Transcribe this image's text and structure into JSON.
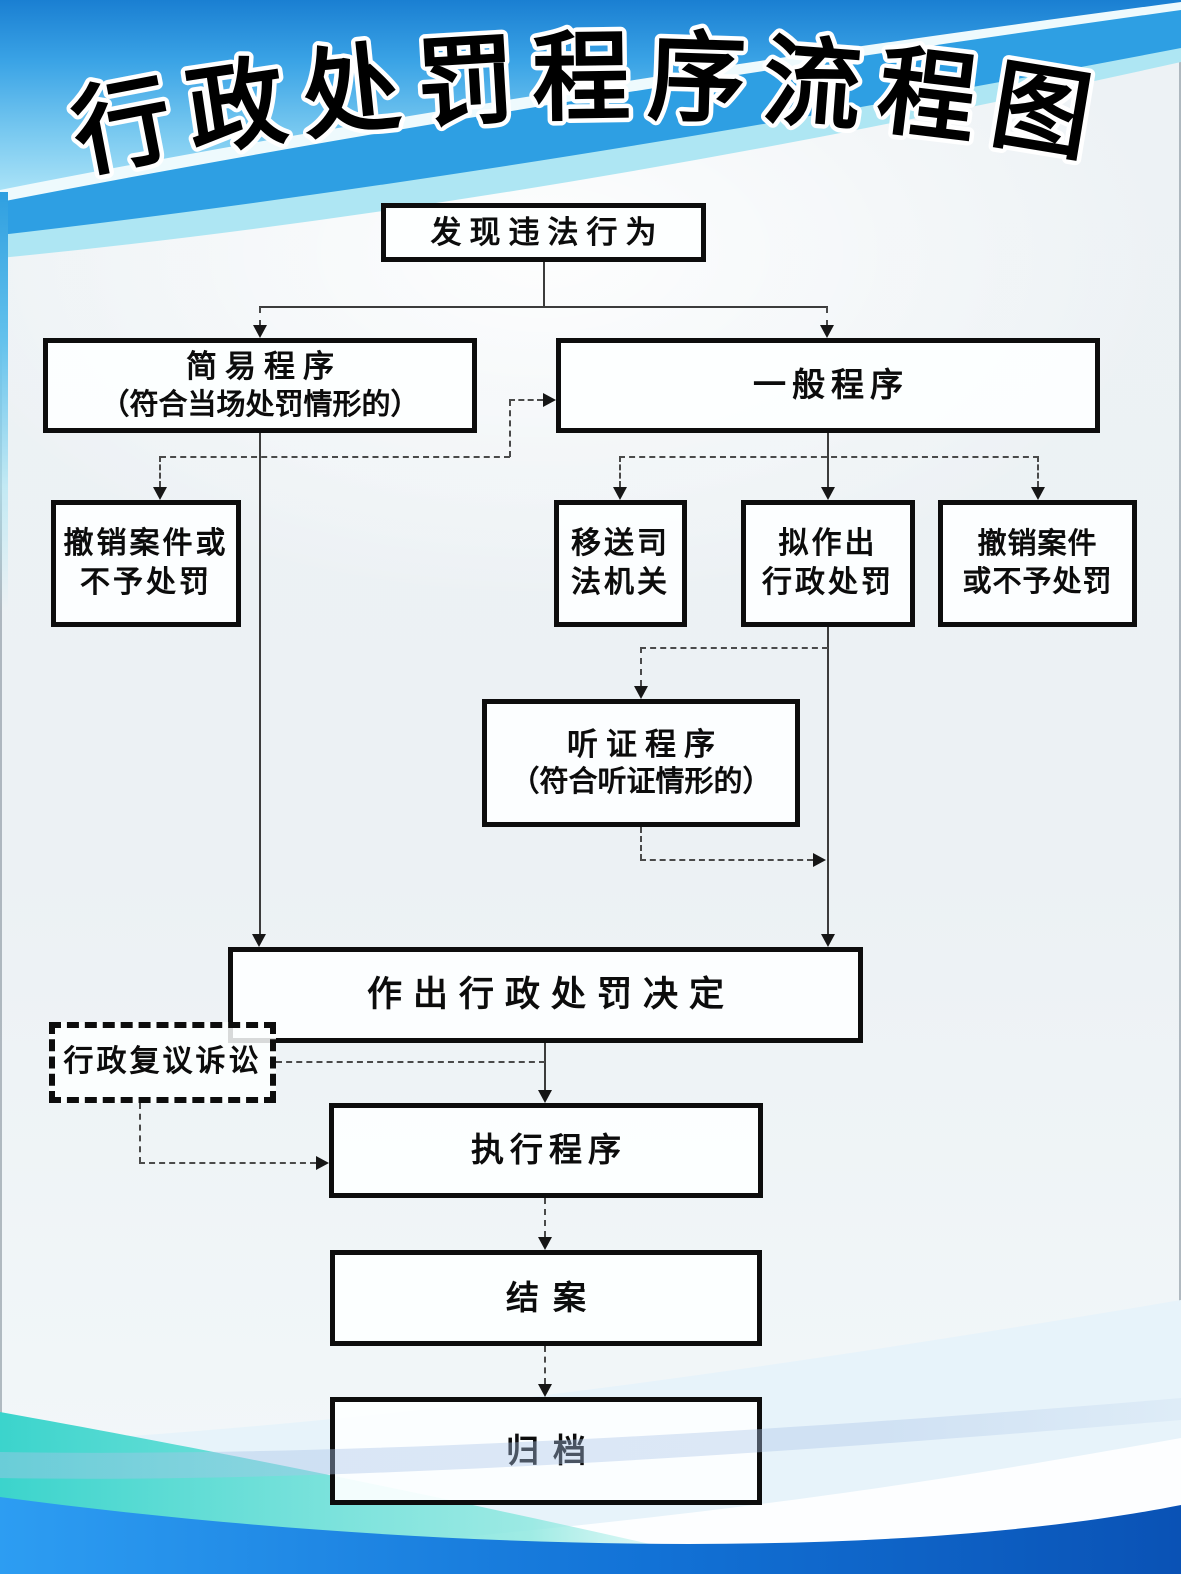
{
  "title": "行政处罚程序流程图",
  "nodes": {
    "discover": {
      "label": "发现违法行为"
    },
    "simple": {
      "line1": "简易程序",
      "line2": "（符合当场处罚情形的）"
    },
    "general": {
      "label": "一般程序"
    },
    "cancel_left": {
      "line1": "撤销案件或",
      "line2": "不予处罚"
    },
    "transfer": {
      "line1": "移送司",
      "line2": "法机关"
    },
    "propose": {
      "line1": "拟作出",
      "line2": "行政处罚"
    },
    "cancel_right": {
      "line1": "撤销案件",
      "line2": "或不予处罚"
    },
    "hearing": {
      "line1": "听证程序",
      "line2": "（符合听证情形的）"
    },
    "decision": {
      "label": "作出行政处罚决定"
    },
    "review": {
      "label": "行政复议诉讼"
    },
    "execution": {
      "label": "执行程序"
    },
    "close_case": {
      "label": "结案"
    },
    "archive": {
      "label": "归档"
    }
  },
  "colors": {
    "header_blue_dark": "#1a7fd2",
    "header_blue_mid": "#3ba4e6",
    "band_mid_blue": "#2e9fe3",
    "band_pale_cyan": "#aee6f3",
    "footer_blue_left": "#2d9df2",
    "footer_blue_right": "#0a52b5",
    "footer_cyan": "#3bd4cc",
    "footer_azure": "#e7f3fa",
    "box_border": "#0d0d0d",
    "connector": "#3c3c3c",
    "title_fill": "#000000",
    "title_outline": "#ffffff"
  }
}
